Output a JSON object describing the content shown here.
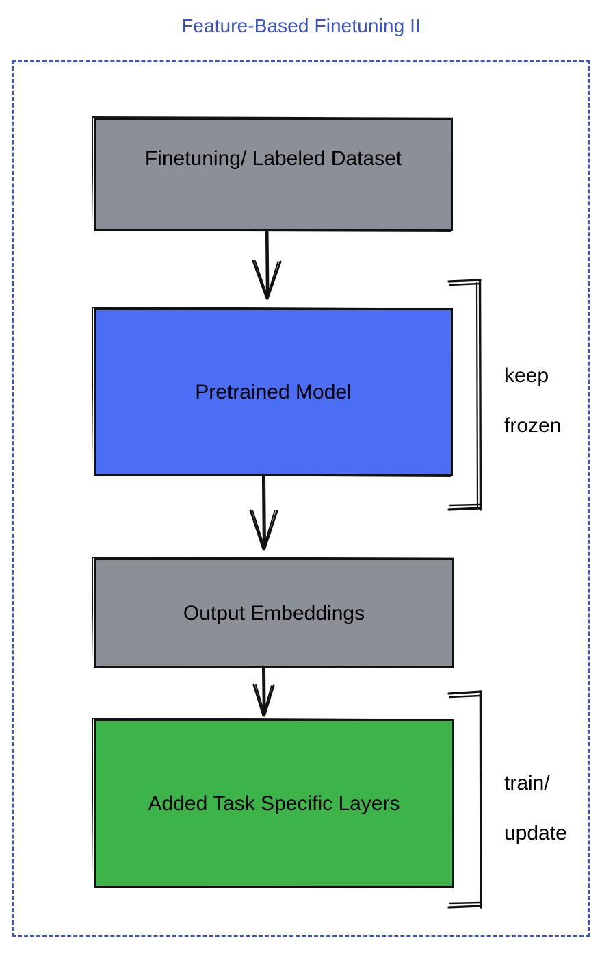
{
  "diagram": {
    "title": "Feature-Based Finetuning II",
    "title_color": "#3b54c4",
    "frame": {
      "style": "dashed",
      "color": "#3b54c4"
    },
    "nodes": [
      {
        "id": "dataset",
        "label": "Finetuning/ Labeled Dataset",
        "fill": "#8b9097",
        "stroke": "#111111",
        "text_color": "#000000",
        "text_align": "top-center"
      },
      {
        "id": "pretrained",
        "label": "Pretrained Model",
        "fill": "#4c6ef5",
        "stroke": "#111111",
        "text_color": "#000000",
        "text_align": "center"
      },
      {
        "id": "embeddings",
        "label": "Output Embeddings",
        "fill": "#8b9097",
        "stroke": "#111111",
        "text_color": "#000000",
        "text_align": "center"
      },
      {
        "id": "layers",
        "label": "Added Task Specific Layers",
        "fill": "#3cb44a",
        "stroke": "#111111",
        "text_color": "#000000",
        "text_align": "center"
      }
    ],
    "edges": [
      {
        "id": "edge-1",
        "from": "dataset",
        "to": "pretrained",
        "style": "hand-drawn-arrow-down"
      },
      {
        "id": "edge-2",
        "from": "pretrained",
        "to": "embeddings",
        "style": "hand-drawn-arrow-down"
      },
      {
        "id": "edge-3",
        "from": "embeddings",
        "to": "layers",
        "style": "hand-drawn-arrow-down"
      }
    ],
    "annotations": [
      {
        "id": "frozen",
        "text": "keep\nfrozen",
        "line1": "keep",
        "line2": "frozen",
        "bracket_target": "pretrained",
        "color": "#000000"
      },
      {
        "id": "train",
        "text": "train/\nupdate",
        "line1": "train/",
        "line2": "update",
        "bracket_target": "layers",
        "color": "#000000"
      }
    ]
  }
}
